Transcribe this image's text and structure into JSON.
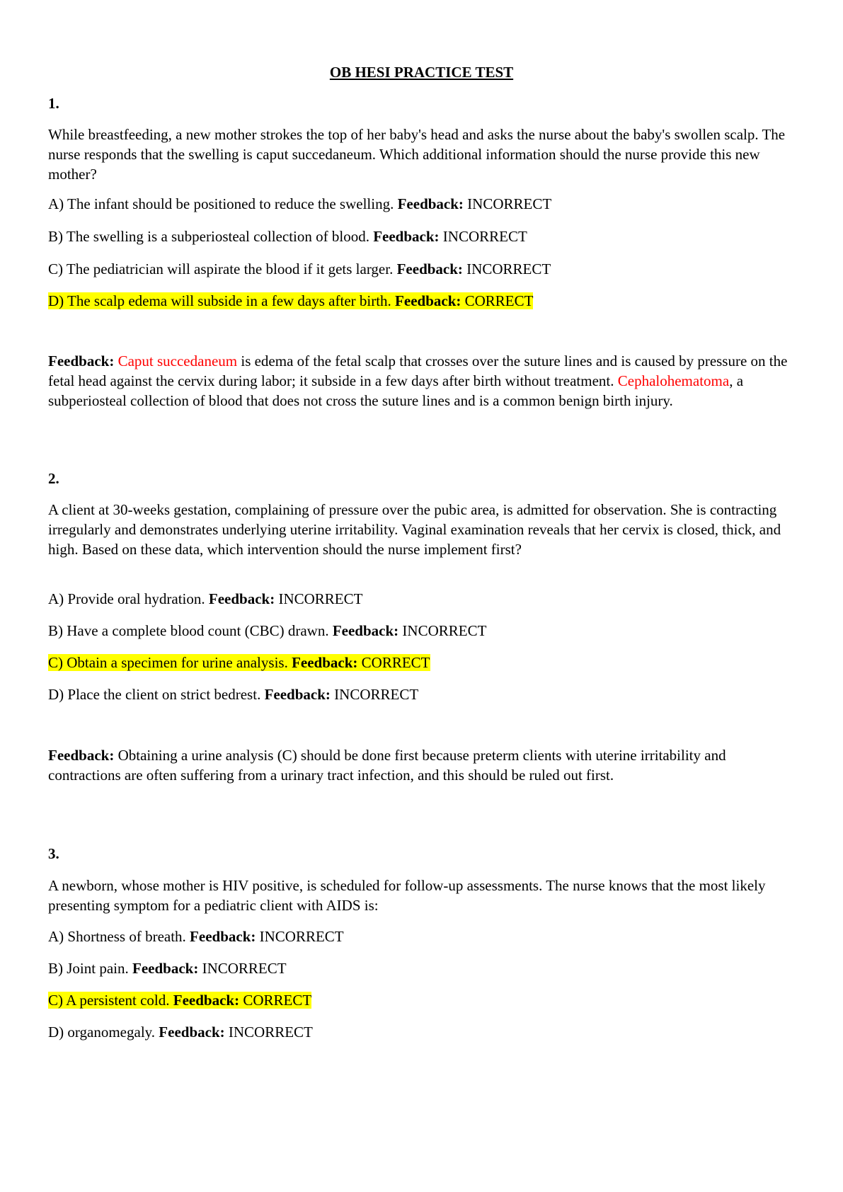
{
  "title": "OB HESI PRACTICE TEST",
  "feedback_label": "Feedback:",
  "q1": {
    "number": "1.",
    "stem": "While breastfeeding, a new mother strokes the top of her baby's head and asks the nurse about the baby's swollen scalp. The nurse responds that the swelling is caput succedaneum. Which additional information should the nurse provide this new mother?",
    "options": [
      {
        "text": "A) The infant should be positioned to reduce the swelling.",
        "result": "INCORRECT"
      },
      {
        "text": "B) The swelling is a subperiosteal collection of blood.",
        "result": "INCORRECT"
      },
      {
        "text": "C) The pediatrician will aspirate the blood if it gets larger.",
        "result": "INCORRECT"
      },
      {
        "text": "D) The scalp edema will subside in a few days after birth.",
        "result": "CORRECT"
      }
    ],
    "explanation": {
      "term1": "Caput succedaneum",
      "part1": " is edema of the fetal scalp that crosses over the suture lines and is caused by pressure on the fetal head against the cervix during labor; it subside in a few days after birth without treatment. ",
      "term2": "Cephalohematoma",
      "part2": ", a subperiosteal collection of blood that does not cross the suture lines and is a common benign birth injury."
    }
  },
  "q2": {
    "number": "2.",
    "stem": "A client at 30-weeks gestation, complaining of pressure over the pubic area, is admitted for observation. She is contracting irregularly and demonstrates underlying uterine irritability. Vaginal examination reveals that her cervix is closed, thick, and high. Based on these data, which intervention should the nurse implement first?",
    "options": [
      {
        "text": "A) Provide oral hydration.",
        "result": "INCORRECT"
      },
      {
        "text": "B) Have a complete blood count (CBC) drawn.",
        "result": "INCORRECT"
      },
      {
        "text": "C) Obtain a specimen for urine analysis.",
        "result": "CORRECT"
      },
      {
        "text": "D) Place the client on strict bedrest.",
        "result": "INCORRECT"
      }
    ],
    "explanation": "Obtaining a urine analysis (C) should be done first because preterm clients with uterine irritability and contractions are often suffering from a urinary tract infection, and this should be ruled out first."
  },
  "q3": {
    "number": "3.",
    "stem": "A newborn, whose mother is HIV positive, is scheduled for follow-up assessments. The nurse knows that the most likely presenting symptom for a pediatric client with AIDS is:",
    "options": [
      {
        "text": "A) Shortness of breath.",
        "result": "INCORRECT"
      },
      {
        "text": "B) Joint pain.",
        "result": "INCORRECT"
      },
      {
        "text": "C) A persistent cold.",
        "result": "CORRECT"
      },
      {
        "text": "D) organomegaly.",
        "result": "INCORRECT"
      }
    ]
  },
  "colors": {
    "highlight": "#ffff00",
    "term": "#ff0000"
  }
}
